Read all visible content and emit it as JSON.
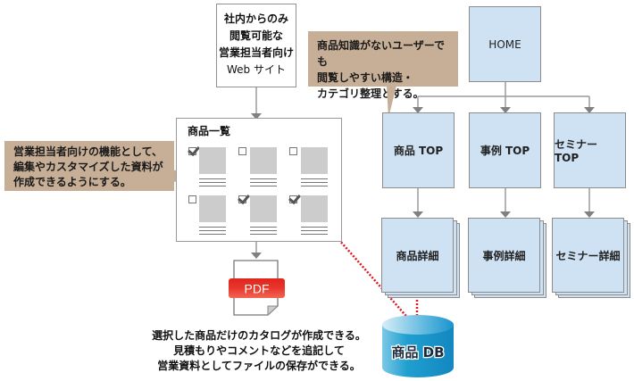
{
  "diagram": {
    "access_box": {
      "lines": [
        "社内からのみ",
        "閲覧可能な",
        "営業担当者向け",
        "Web サイト"
      ]
    },
    "note_structure": {
      "lines": [
        "商品知識がないユーザーでも",
        "閲覧しやすい構造・",
        "カテゴリ整理とする。"
      ]
    },
    "note_features": {
      "lines": [
        "営業担当者向けの機能として、",
        "編集やカスタマイズした資料が",
        "作成できるようにする。"
      ]
    },
    "product_list": {
      "title": "商品一覧",
      "items": [
        {
          "checked": true
        },
        {
          "checked": false
        },
        {
          "checked": false
        },
        {
          "checked": false
        },
        {
          "checked": true
        },
        {
          "checked": true
        }
      ]
    },
    "pdf_icon": {
      "label": "PDF"
    },
    "pdf_caption": {
      "lines": [
        "選択した商品だけのカタログが作成できる。",
        "見積もりやコメントなどを追記して",
        "営業資料としてファイルの保存ができる。"
      ]
    },
    "sitemap": {
      "home": "HOME",
      "top_pages": [
        "商品 TOP",
        "事例 TOP",
        "セミナー TOP"
      ],
      "detail_pages": [
        "商品詳細",
        "事例詳細",
        "セミナー詳細"
      ]
    },
    "database": {
      "label": "商品 DB"
    },
    "colors": {
      "note_bg": "#c7ae96",
      "page_box_bg": "#cfe2f3",
      "connector_gray": "#9a9a9a",
      "db_arrow_red": "#e0141e",
      "pdf_red": "#e8372c",
      "db_blue": "#1f9fd0"
    }
  }
}
